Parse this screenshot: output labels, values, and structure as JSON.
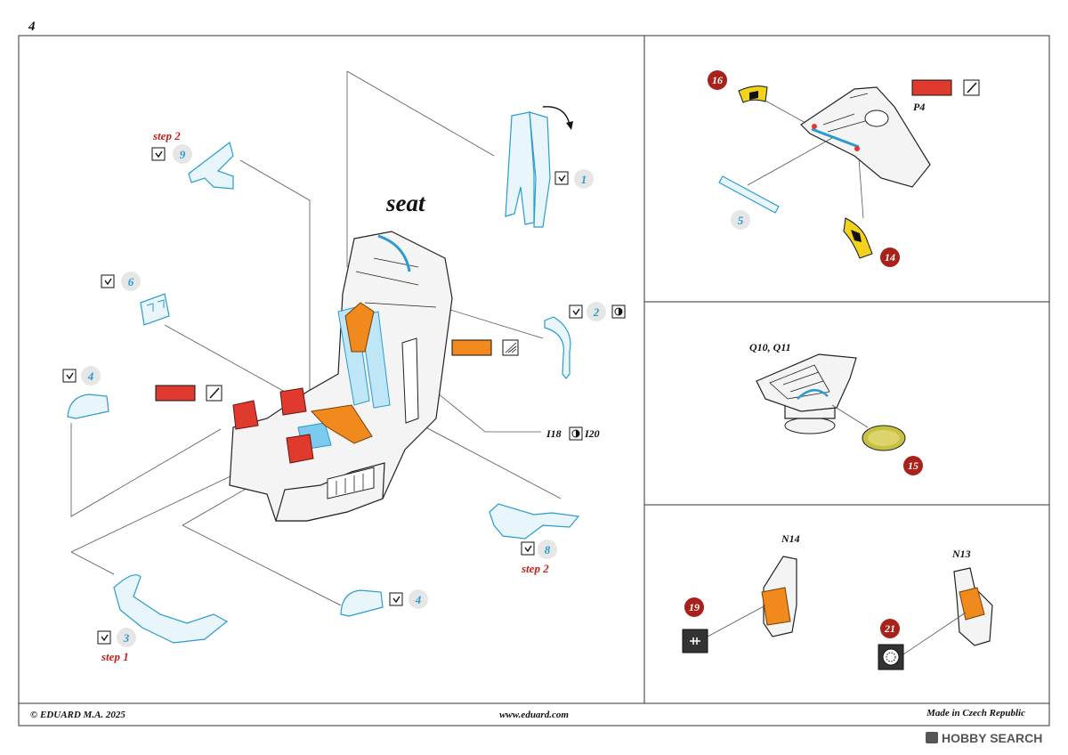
{
  "page_number": "4",
  "section_title": "seat",
  "colors": {
    "red": "#e03a2f",
    "orange": "#f08a1c",
    "blue": "#2a9bd0",
    "callout_circle": "#e6e6e6",
    "callout_red": "#a8211b",
    "yellow": "#f2d21a"
  },
  "parts": {
    "p1": "1",
    "p2": "2",
    "p3": "3",
    "p4a": "4",
    "p4b": "4",
    "p5": "5",
    "p6": "6",
    "p8": "8",
    "p9": "9",
    "p14": "14",
    "p15": "15",
    "p16": "16",
    "p19": "19",
    "p21": "21"
  },
  "labels": {
    "step2_top": "step 2",
    "step2_bottom": "step 2",
    "step1": "step 1",
    "i18": "I18",
    "i20": "I20",
    "p4_paint": "P4",
    "q10q11": "Q10, Q11",
    "n14": "N14",
    "n13": "N13"
  },
  "icons": [
    "fold-icon",
    "bend-icon",
    "paint-brush-icon",
    "glue-icon"
  ],
  "footer": {
    "copyright": "© EDUARD  M.A. 2025",
    "website": "www.eduard.com",
    "made_in": "Made in Czech Republic"
  },
  "watermark": "HOBBY SEARCH"
}
